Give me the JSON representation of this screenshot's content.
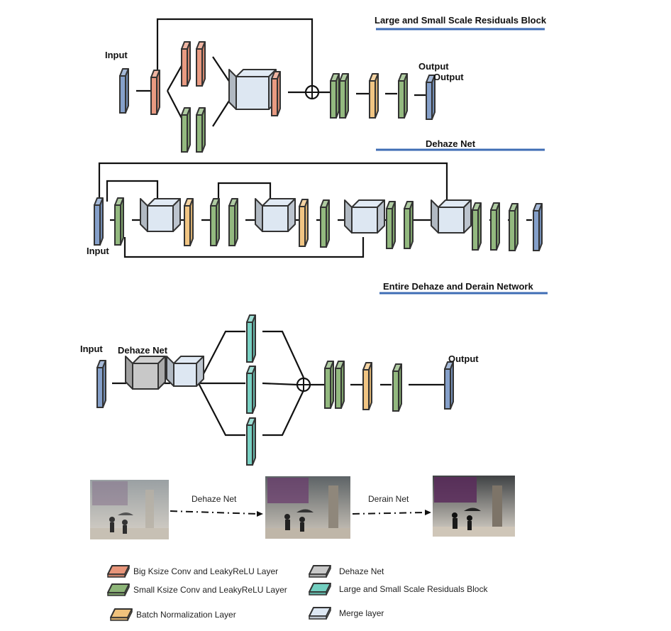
{
  "sections": {
    "block": {
      "title": "Large and Small Scale Residuals Block",
      "input": "Input",
      "output_a": "Output",
      "output_b": "Output"
    },
    "dehaze": {
      "title": "Dehaze Net",
      "input": "Input"
    },
    "entire": {
      "title": "Entire Dehaze and Derain Network",
      "input": "Input",
      "dehaze_net": "Dehaze Net",
      "output": "Output"
    }
  },
  "pipeline": {
    "step1": "Dehaze Net",
    "step2": "Derain Net"
  },
  "legend": {
    "big_conv": "Big Ksize Conv and LeakyReLU Layer",
    "small_conv": "Small Ksize Conv and LeakyReLU Layer",
    "batch_norm": "Batch Normalization Layer",
    "dehaze_net": "Dehaze Net",
    "residual_block": "Large and Small Scale Residuals Block",
    "merge": "Merge layer"
  },
  "colors": {
    "blue": "#7F9BC7",
    "orange": "#E8957A",
    "green": "#8DB578",
    "yellow": "#F0C27C",
    "teal": "#72CFC0",
    "gray": "#C8C8C8",
    "merge": "#DDE7F2",
    "title_underline": "#3F6DB5"
  }
}
